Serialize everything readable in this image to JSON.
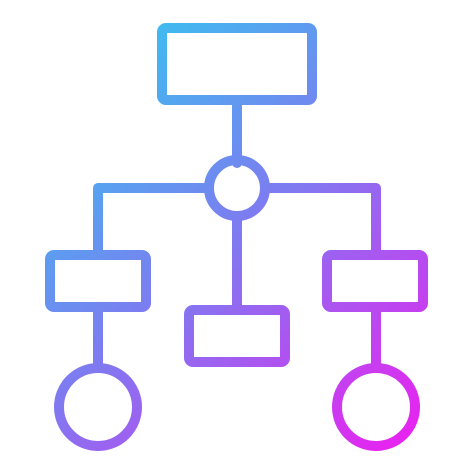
{
  "icon": {
    "name": "flowchart-hierarchy-icon",
    "gradient": {
      "start": "#27d3ef",
      "mid": "#7e7bf0",
      "end": "#f01cf0"
    },
    "nodes": [
      {
        "id": "top-box",
        "shape": "rectangle"
      },
      {
        "id": "hub-circle",
        "shape": "circle"
      },
      {
        "id": "left-box",
        "shape": "rectangle"
      },
      {
        "id": "middle-box",
        "shape": "rectangle"
      },
      {
        "id": "right-box",
        "shape": "rectangle"
      },
      {
        "id": "left-circle",
        "shape": "circle"
      },
      {
        "id": "right-circle",
        "shape": "circle"
      }
    ]
  }
}
